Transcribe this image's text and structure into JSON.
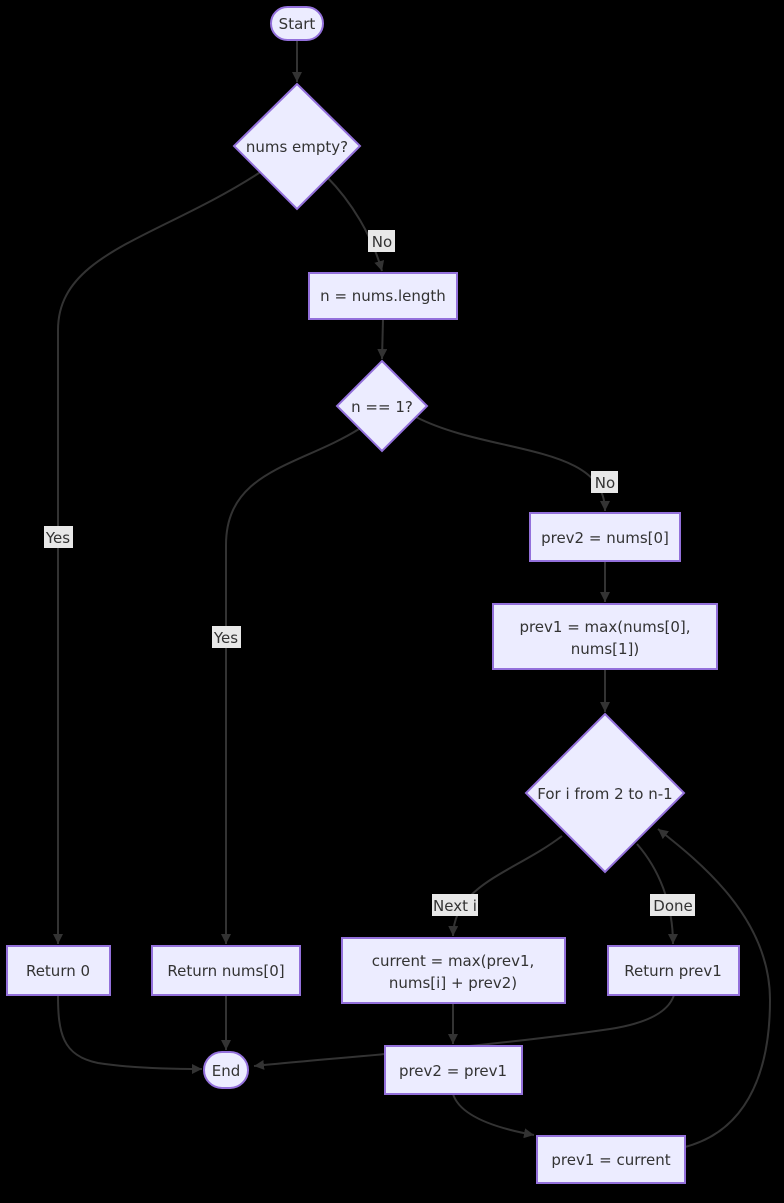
{
  "colors": {
    "background": "#000000",
    "node_fill": "#ECECFF",
    "node_border": "#9370DB",
    "edge_stroke": "#333333",
    "text": "#333333",
    "edge_label_bg": "#e8e8e8"
  },
  "nodes": {
    "start": {
      "label": "Start"
    },
    "check_empty": {
      "label": "nums empty?"
    },
    "set_n": {
      "label": "n = nums.length"
    },
    "check_n_eq_1": {
      "label": "n == 1?"
    },
    "init_prev2": {
      "label": "prev2 = nums[0]"
    },
    "init_prev1": {
      "line1": "prev1 = max(nums[0],",
      "line2": "nums[1])"
    },
    "loop": {
      "label": "For i from 2 to n-1"
    },
    "compute_current": {
      "line1": "current = max(prev1,",
      "line2": "nums[i] + prev2)"
    },
    "return_prev1": {
      "label": "Return prev1"
    },
    "return_zero": {
      "label": "Return 0"
    },
    "return_nums0": {
      "label": "Return nums[0]"
    },
    "update_prev2": {
      "label": "prev2 = prev1"
    },
    "update_prev1": {
      "label": "prev1 = current"
    },
    "end": {
      "label": "End"
    }
  },
  "edge_labels": {
    "no_empty": "No",
    "yes_empty": "Yes",
    "no_n1": "No",
    "yes_n1": "Yes",
    "next_i": "Next i",
    "done": "Done"
  }
}
